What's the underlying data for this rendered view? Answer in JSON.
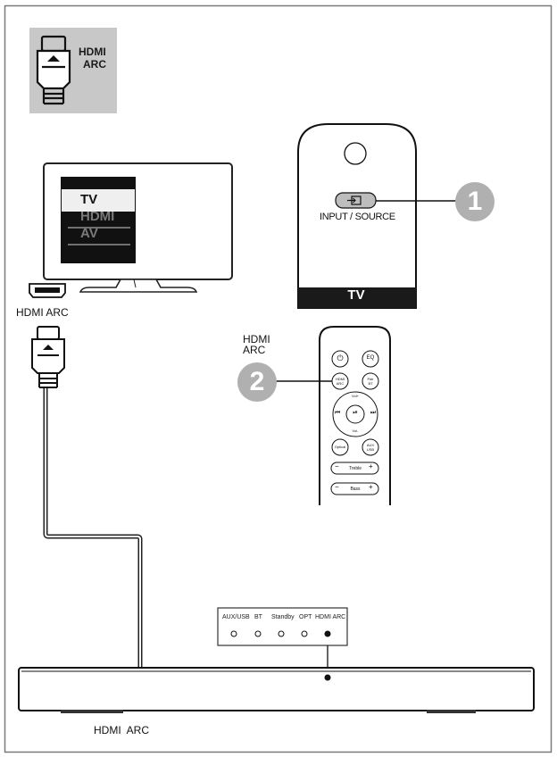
{
  "badge": {
    "title_line1": "HDMI",
    "title_line2": "ARC",
    "icon": "hdmi-plug-icon",
    "background_color": "#c8c8c8"
  },
  "tv_screen": {
    "menu_items": [
      "TV",
      "HDMI",
      "AV"
    ],
    "selected_item": "TV"
  },
  "tv_port_label": "HDMI ARC",
  "tv_remote": {
    "button_label": "INPUT / SOURCE",
    "bar_label": "TV",
    "step_number": "1"
  },
  "soundbar_remote": {
    "label_line1": "HDMI",
    "label_line2": "ARC",
    "step_number": "2",
    "buttons": {
      "power": "⏻",
      "eq": "EQ",
      "hdmi_arc_1": "HDMI",
      "hdmi_arc_2": "ARC",
      "bt_top": "Pair",
      "bt_bottom": "BT",
      "vol_up": "Vol+",
      "vol_down": "Vol-",
      "prev": "⏮",
      "play_pause": "⏯",
      "next": "⏭",
      "optical": "Optical",
      "aux_top": "AUX",
      "aux_bottom": "USB",
      "treble": "Treble",
      "bass": "Bass",
      "minus": "−",
      "plus": "+"
    }
  },
  "soundbar_panel": {
    "indicators": [
      {
        "label": "AUX/USB",
        "active": false
      },
      {
        "label": "BT",
        "active": false
      },
      {
        "label": "Standby",
        "active": false
      },
      {
        "label": "OPT",
        "active": false
      },
      {
        "label": "HDMI ARC",
        "active": true
      }
    ]
  },
  "soundbar_port_label": "HDMI  ARC",
  "colors": {
    "step_badge": "#b0b0b0",
    "border": "#7a7a7a",
    "screen": "#111111",
    "selected_row": "#efefef"
  }
}
